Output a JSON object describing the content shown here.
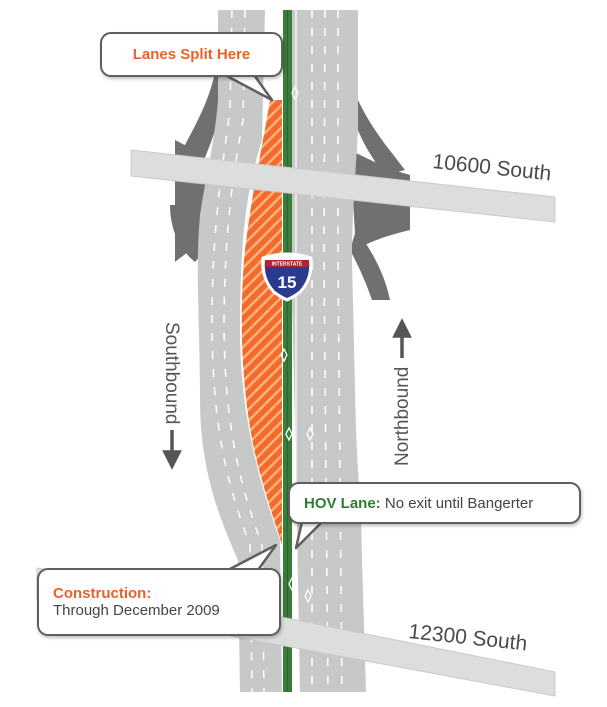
{
  "map": {
    "streets": {
      "north": "10600 South",
      "south": "12300 South"
    },
    "directions": {
      "southbound": "Southbound",
      "northbound": "Northbound"
    },
    "shield": {
      "top_text": "INTERSTATE",
      "number": "15"
    },
    "callouts": {
      "lanes_split": "Lanes Split Here",
      "hov_title": "HOV Lane:",
      "hov_text": "No exit until Bangerter",
      "construction_title": "Construction:",
      "construction_text": "Through December 2009"
    },
    "colors": {
      "road": "#c7c9c9",
      "ramp": "#6f7171",
      "hov_lane": "#3a7d3a",
      "construction": "#f26a2c",
      "overpass": "#dcdedd"
    }
  }
}
